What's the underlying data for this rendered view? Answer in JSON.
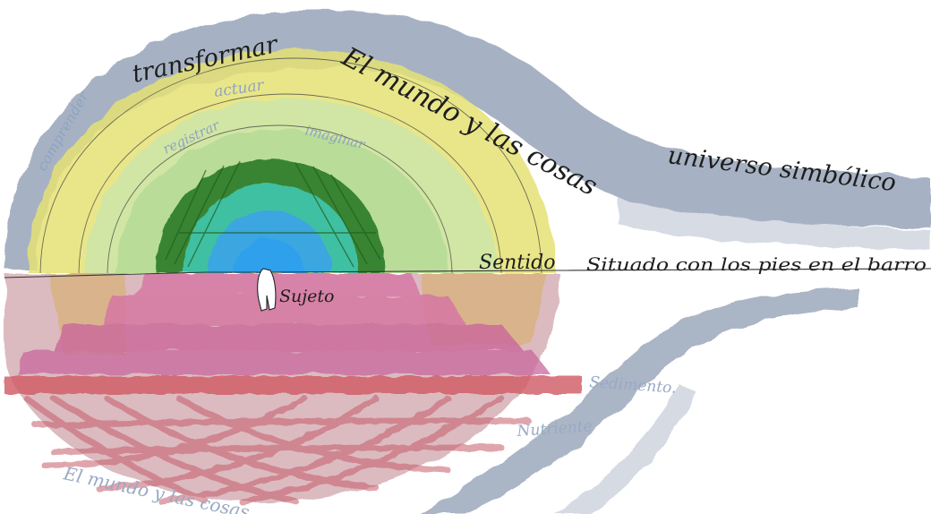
{
  "artwork": {
    "labels": {
      "transformar": "transformar",
      "el_mundo_y_las_cosas_top": "El mundo y las cosas",
      "actuar": "actuar",
      "comprender": "comprender",
      "registrar": "registrar",
      "imaginar": "imaginar",
      "universo_simbolico": "universo simbólico",
      "sentido": "Sentido",
      "situado": "Situado con los pies en el barro",
      "sujeto": "Sujeto",
      "sedimento": "Sedimento.",
      "nutriente": "Nutriente",
      "el_mundo_y_las_cosas_bottom": "El mundo y las cosas"
    },
    "colors": {
      "outer_band": "#8e9db3",
      "yellow": "#e6e274",
      "pale_green": "#c6e3a2",
      "dark_green": "#2e7d2a",
      "teal": "#3fc0a2",
      "blue": "#3aa6e0",
      "pink": "#d77aa6",
      "mauve": "#c48f97",
      "red_roots": "#c75c6a",
      "ochre": "#d8b17a"
    },
    "icons": [
      "figure-icon"
    ]
  }
}
